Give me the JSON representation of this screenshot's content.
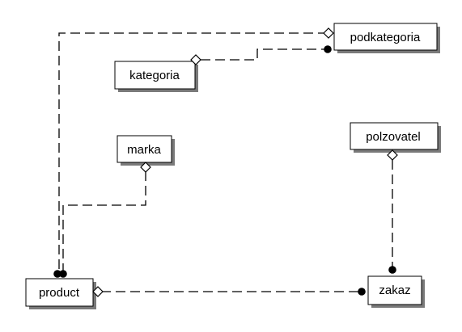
{
  "diagram": {
    "entities": {
      "podkategoria": "podkategoria",
      "kategoria": "kategoria",
      "marka": "marka",
      "polzovatel": "polzovatel",
      "product": "product",
      "zakaz": "zakaz"
    },
    "relationships": [
      {
        "from": "podkategoria",
        "to": "product",
        "from_end": "hollow-diamond",
        "to_end": "filled-dot"
      },
      {
        "from": "kategoria",
        "to": "podkategoria",
        "from_end": "hollow-diamond",
        "to_end": "filled-dot"
      },
      {
        "from": "marka",
        "to": "product",
        "from_end": "hollow-diamond",
        "to_end": "filled-dot"
      },
      {
        "from": "polzovatel",
        "to": "zakaz",
        "from_end": "hollow-diamond",
        "to_end": "filled-dot"
      },
      {
        "from": "product",
        "to": "zakaz",
        "from_end": "hollow-diamond",
        "to_end": "filled-dot"
      }
    ]
  }
}
